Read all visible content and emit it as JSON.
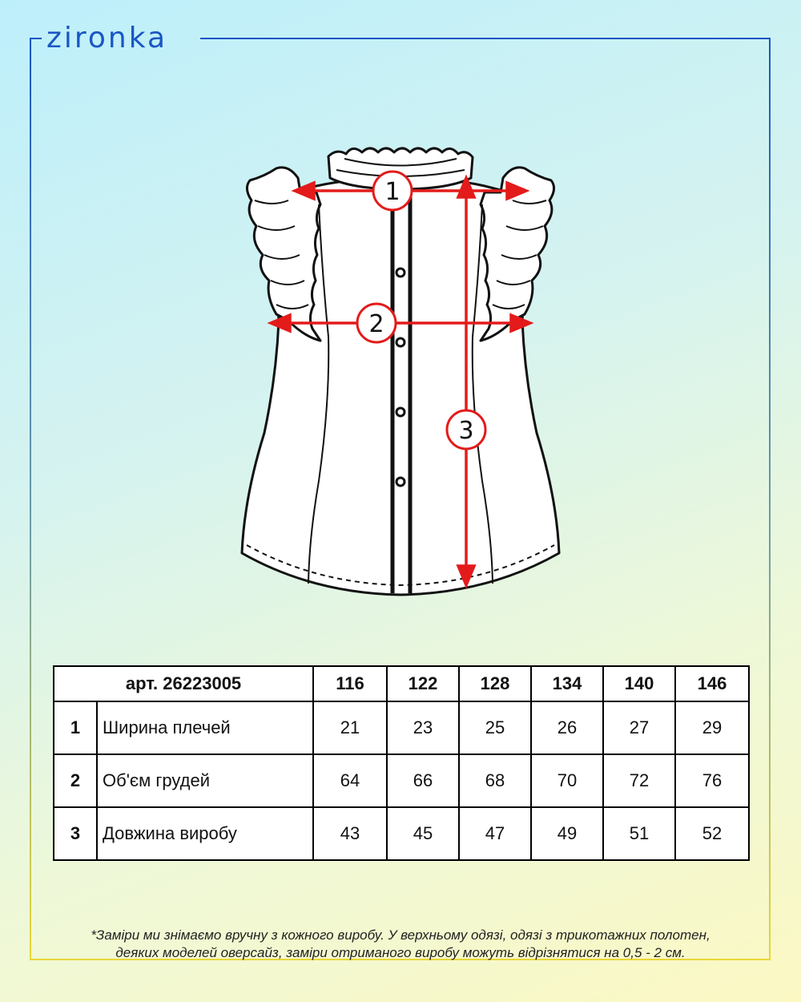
{
  "brand": {
    "name": "zironka"
  },
  "colors": {
    "frame_blue": "#1a56c4",
    "frame_yellow": "#e9d737",
    "arrow_red": "#e31b1b"
  },
  "drawing": {
    "markers": [
      "1",
      "2",
      "3"
    ]
  },
  "table": {
    "article_label": "арт. 26223005",
    "sizes": [
      "116",
      "122",
      "128",
      "134",
      "140",
      "146"
    ],
    "rows": [
      {
        "num": "1",
        "name": "Ширина плечей",
        "values": [
          "21",
          "23",
          "25",
          "26",
          "27",
          "29"
        ]
      },
      {
        "num": "2",
        "name": "Об'єм грудей",
        "values": [
          "64",
          "66",
          "68",
          "70",
          "72",
          "76"
        ]
      },
      {
        "num": "3",
        "name": "Довжина виробу",
        "values": [
          "43",
          "45",
          "47",
          "49",
          "51",
          "52"
        ]
      }
    ]
  },
  "footnote": {
    "line1": "*Заміри ми знімаємо вручну з кожного виробу. У верхньому одязі, одязі з трикотажних полотен,",
    "line2": "деяких моделей оверсайз, заміри отриманого виробу можуть відрізнятися на 0,5 - 2 см."
  }
}
